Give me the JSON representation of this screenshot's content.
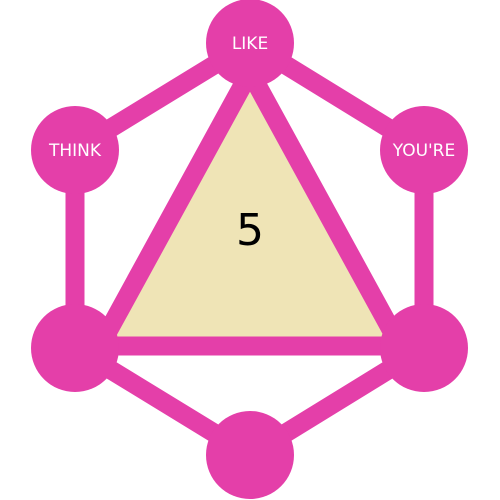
{
  "colors": {
    "accent": "#e43fa9",
    "triangle_fill": "#efe4b6",
    "label_text": "#ffffff",
    "center_text": "#000000",
    "background": "#ffffff"
  },
  "nodes": {
    "top": {
      "label": "LIKE"
    },
    "upper_left": {
      "label": "THINK"
    },
    "upper_right": {
      "label": "YOU'RE"
    },
    "lower_left": {
      "label": ""
    },
    "lower_right": {
      "label": ""
    },
    "bottom": {
      "label": ""
    }
  },
  "center": {
    "value": "5"
  }
}
